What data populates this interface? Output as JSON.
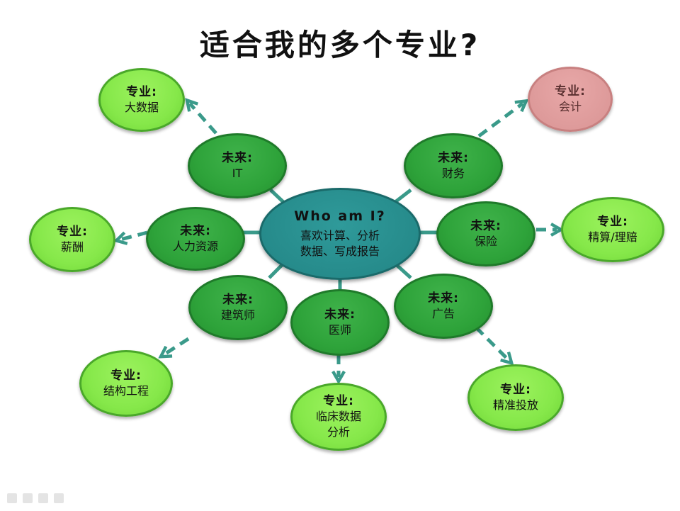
{
  "title": "适合我的多个专业?",
  "center": {
    "title": "Who am I?",
    "line1": "喜欢计算、分析",
    "line2": "数据、写成报告"
  },
  "futures": [
    {
      "label": "未来:",
      "value": "IT"
    },
    {
      "label": "未来:",
      "value": "财务"
    },
    {
      "label": "未来:",
      "value": "人力资源"
    },
    {
      "label": "未来:",
      "value": "保险"
    },
    {
      "label": "未来:",
      "value": "建筑师"
    },
    {
      "label": "未来:",
      "value": "医师"
    },
    {
      "label": "未来:",
      "value": "广告"
    }
  ],
  "majors": [
    {
      "label": "专业:",
      "value": "大数据"
    },
    {
      "label": "专业:",
      "value": "会计"
    },
    {
      "label": "专业:",
      "value": "薪酬"
    },
    {
      "label": "专业:",
      "value": "精算/理赔"
    },
    {
      "label": "专业:",
      "value": "结构工程"
    },
    {
      "label": "专业:",
      "value": "临床数据",
      "value2": "分析"
    },
    {
      "label": "专业:",
      "value": "精准投放"
    }
  ],
  "colors": {
    "connector": "#3a9a8a",
    "arrow": "#3a9a8a",
    "accent_major": "#d99494"
  }
}
